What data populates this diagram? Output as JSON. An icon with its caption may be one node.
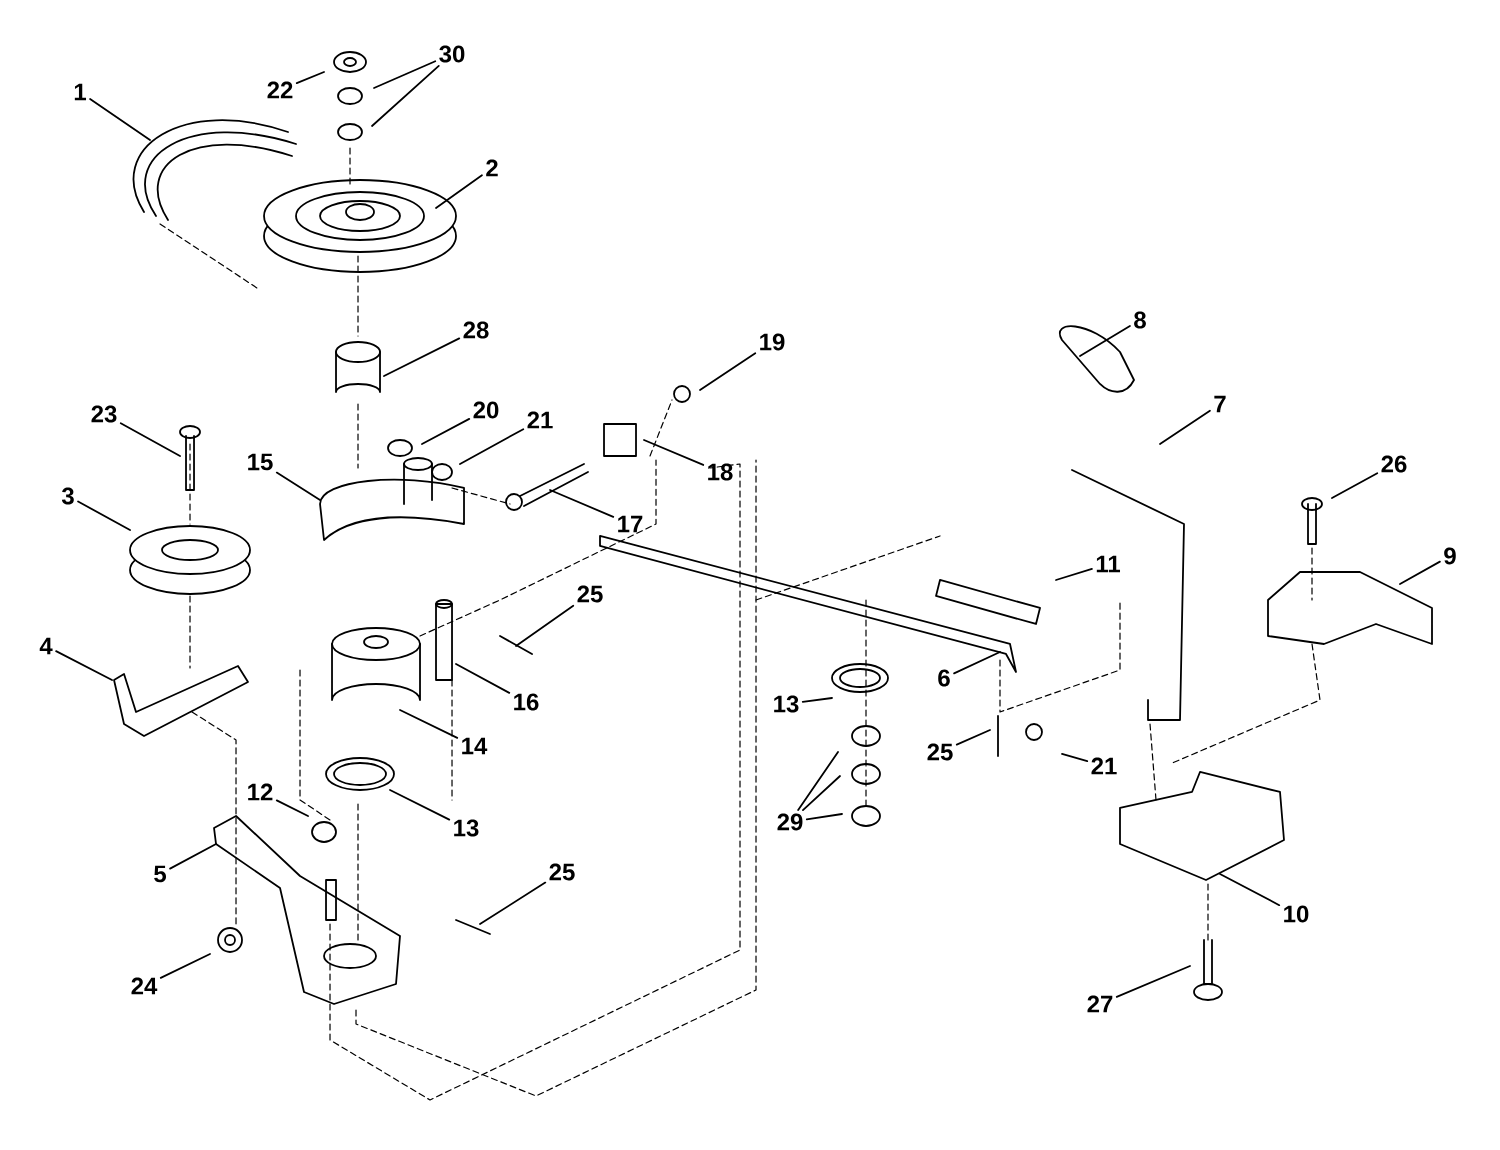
{
  "diagram": {
    "nodes": [
      {
        "text": [
          "1"
        ]
      },
      {
        "text": [
          "22"
        ]
      },
      {
        "text": [
          "30"
        ]
      },
      {
        "text": [
          "2"
        ]
      },
      {
        "text": [
          "28"
        ]
      },
      {
        "text": [
          "23"
        ]
      },
      {
        "text": [
          "20"
        ]
      },
      {
        "text": [
          "21"
        ]
      },
      {
        "text": [
          "15"
        ]
      },
      {
        "text": [
          "19"
        ]
      },
      {
        "text": [
          "18"
        ]
      },
      {
        "text": [
          "17"
        ]
      },
      {
        "text": [
          "3"
        ]
      },
      {
        "text": [
          "8"
        ]
      },
      {
        "text": [
          "7"
        ]
      },
      {
        "text": [
          "26"
        ]
      },
      {
        "text": [
          "9"
        ]
      },
      {
        "text": [
          "11"
        ]
      },
      {
        "text": [
          "25"
        ]
      },
      {
        "text": [
          "4"
        ]
      },
      {
        "text": [
          "6"
        ]
      },
      {
        "text": [
          "16"
        ]
      },
      {
        "text": [
          "14"
        ]
      },
      {
        "text": [
          "13"
        ]
      },
      {
        "text": [
          "13"
        ]
      },
      {
        "text": [
          "25"
        ]
      },
      {
        "text": [
          "21"
        ]
      },
      {
        "text": [
          "29"
        ]
      },
      {
        "text": [
          "12"
        ]
      },
      {
        "text": [
          "5"
        ]
      },
      {
        "text": [
          "25"
        ]
      },
      {
        "text": [
          "10"
        ]
      },
      {
        "text": [
          "24"
        ]
      },
      {
        "text": [
          "27"
        ]
      }
    ],
    "edges": [
      {
        "from": 0,
        "to": null,
        "arrow": "none"
      },
      {
        "from": 1,
        "to": null,
        "arrow": "none"
      },
      {
        "from": 2,
        "to": null,
        "arrow": "none"
      },
      {
        "from": 2,
        "to": null,
        "arrow": "none"
      },
      {
        "from": 3,
        "to": null,
        "arrow": "none"
      },
      {
        "from": 4,
        "to": null,
        "arrow": "none"
      },
      {
        "from": 5,
        "to": null,
        "arrow": "none"
      },
      {
        "from": 6,
        "to": null,
        "arrow": "none"
      },
      {
        "from": 7,
        "to": null,
        "arrow": "none"
      },
      {
        "from": 8,
        "to": null,
        "arrow": "none"
      },
      {
        "from": 9,
        "to": null,
        "arrow": "none"
      },
      {
        "from": 10,
        "to": null,
        "arrow": "none"
      },
      {
        "from": 11,
        "to": null,
        "arrow": "none"
      },
      {
        "from": 12,
        "to": null,
        "arrow": "none"
      },
      {
        "from": 13,
        "to": null,
        "arrow": "none"
      },
      {
        "from": 14,
        "to": null,
        "arrow": "none"
      },
      {
        "from": 15,
        "to": null,
        "arrow": "none"
      },
      {
        "from": 16,
        "to": null,
        "arrow": "none"
      },
      {
        "from": 17,
        "to": null,
        "arrow": "none"
      },
      {
        "from": 18,
        "to": null,
        "arrow": "none"
      },
      {
        "from": 19,
        "to": null,
        "arrow": "none"
      },
      {
        "from": 20,
        "to": null,
        "arrow": "none"
      },
      {
        "from": 21,
        "to": null,
        "arrow": "none"
      },
      {
        "from": 22,
        "to": null,
        "arrow": "none"
      },
      {
        "from": 23,
        "to": null,
        "arrow": "none"
      },
      {
        "from": 24,
        "to": null,
        "arrow": "none"
      },
      {
        "from": 25,
        "to": null,
        "arrow": "none"
      },
      {
        "from": 26,
        "to": null,
        "arrow": "none"
      },
      {
        "from": 27,
        "to": null,
        "arrow": "none"
      },
      {
        "from": 27,
        "to": null,
        "arrow": "none"
      },
      {
        "from": 27,
        "to": null,
        "arrow": "none"
      },
      {
        "from": 28,
        "to": null,
        "arrow": "none"
      },
      {
        "from": 29,
        "to": null,
        "arrow": "none"
      },
      {
        "from": 30,
        "to": null,
        "arrow": "none"
      },
      {
        "from": 31,
        "to": null,
        "arrow": "none"
      },
      {
        "from": 32,
        "to": null,
        "arrow": "none"
      },
      {
        "from": 33,
        "to": null,
        "arrow": "none"
      }
    ]
  }
}
